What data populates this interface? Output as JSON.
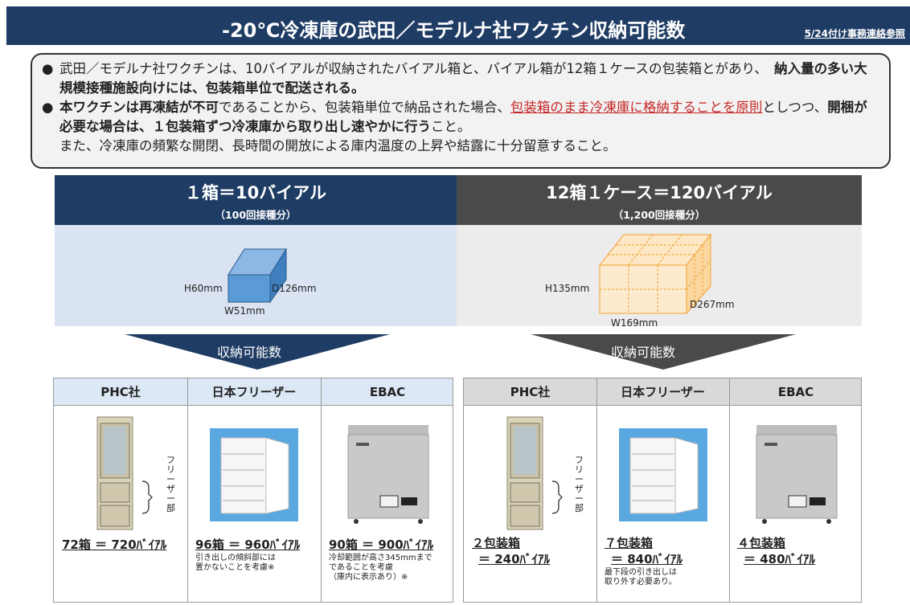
{
  "header": {
    "title": "-20℃冷凍庫の武田／モデルナ社ワクチン収納可能数",
    "reference": "5/24付け事務連絡参照"
  },
  "note": {
    "bullet": "●",
    "line1_a": "武田／モデルナ社ワクチンは、10バイアルが収納されたバイアル箱と、バイアル箱が12箱１ケースの包装箱とがあり、",
    "line1_b": "納入量の多い大規模接種施設向けには、包装箱単位で配送される。",
    "line2_a": "本ワクチンは再凍結が不可",
    "line2_b": "であることから、包装箱単位で納品された場合、",
    "line2_c": "包装箱のまま冷凍庫に格納することを原則",
    "line2_d": "としつつ、",
    "line2_e": "開梱が必要な場合は、１包装箱ずつ冷凍庫から取り出し速やかに行う",
    "line2_f": "こと。",
    "line3": "また、冷凍庫の頻繁な開閉、長時間の開放による庫内温度の上昇や結露に十分留意すること。"
  },
  "left_column": {
    "title": "１箱＝10バイアル",
    "subtitle": "（100回接種分）",
    "dims": {
      "h": "H60mm",
      "d": "D126mm",
      "w": "W51mm"
    },
    "arrow_label": "収納可能数",
    "table": {
      "headers": [
        "PHC社",
        "日本フリーザー",
        "EBAC"
      ],
      "freezer_label": "フリーザー部",
      "cells": [
        {
          "main": "72箱 ＝ 720ﾊﾞｲｱﾙ",
          "note": ""
        },
        {
          "main": "96箱 ＝ 960ﾊﾞｲｱﾙ",
          "note": "引き出しの傾斜部には\n置かないことを考慮※"
        },
        {
          "main": "90箱 ＝ 900ﾊﾞｲｱﾙ",
          "note": "冷却範囲が高さ345mmまで\nであることを考慮\n（庫内に表示あり）※"
        }
      ]
    }
  },
  "right_column": {
    "title": "12箱１ケース＝120バイアル",
    "subtitle": "（1,200回接種分）",
    "dims": {
      "h": "H135mm",
      "d": "D267mm",
      "w": "W169mm"
    },
    "arrow_label": "収納可能数",
    "table": {
      "headers": [
        "PHC社",
        "日本フリーザー",
        "EBAC"
      ],
      "freezer_label": "フリーザー部",
      "cells": [
        {
          "main1": "２包装箱",
          "main2": "＝ 240ﾊﾞｲｱﾙ",
          "note": ""
        },
        {
          "main1": "７包装箱",
          "main2": "＝ 840ﾊﾞｲｱﾙ",
          "note": "最下段の引き出しは\n取り外す必要あり。"
        },
        {
          "main1": "４包装箱",
          "main2": "＝ 480ﾊﾞｲｱﾙ",
          "note": ""
        }
      ]
    }
  },
  "colors": {
    "navy": "#1f3c64",
    "dark_gray": "#4a4a4a",
    "accent_red": "#c62828",
    "box_blue": "#5b9bd5",
    "case_orange": "#f4a640"
  }
}
